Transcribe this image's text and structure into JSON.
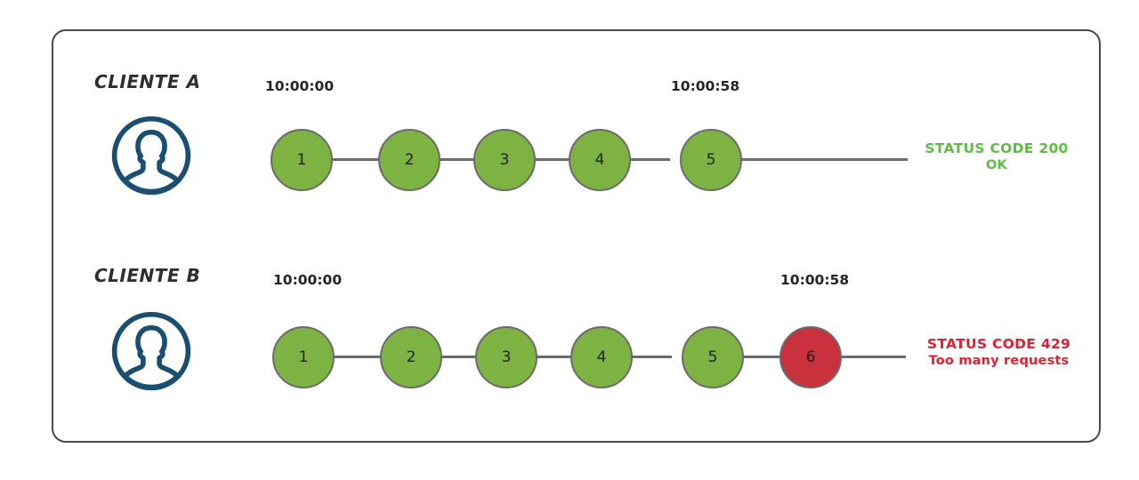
{
  "diagram": {
    "title_present": false,
    "colors": {
      "node_ok": "#7cb342",
      "node_error": "#c9323c",
      "node_border": "#6b6b6b",
      "frame_border": "#4a4a4a",
      "avatar_stroke": "#1b4f72",
      "status_ok_text": "#5fbb46",
      "status_error_text": "#e02030",
      "background": "#ffffff"
    },
    "rows": [
      {
        "client_label": "CLIENTE A",
        "avatar_icon": "user-avatar-icon",
        "time_start": "10:00:00",
        "time_end": "10:00:58",
        "nodes": [
          {
            "label": "1",
            "state": "ok"
          },
          {
            "label": "2",
            "state": "ok"
          },
          {
            "label": "3",
            "state": "ok"
          },
          {
            "label": "4",
            "state": "ok"
          },
          {
            "label": "5",
            "state": "ok"
          }
        ],
        "status": {
          "line1": "STATUS CODE 200",
          "line2": "OK",
          "state": "ok"
        }
      },
      {
        "client_label": "CLIENTE B",
        "avatar_icon": "user-avatar-icon",
        "time_start": "10:00:00",
        "time_end": "10:00:58",
        "nodes": [
          {
            "label": "1",
            "state": "ok"
          },
          {
            "label": "2",
            "state": "ok"
          },
          {
            "label": "3",
            "state": "ok"
          },
          {
            "label": "4",
            "state": "ok"
          },
          {
            "label": "5",
            "state": "ok"
          },
          {
            "label": "6",
            "state": "error"
          }
        ],
        "status": {
          "line1": "STATUS CODE 429",
          "line2": "Too many requests",
          "state": "error"
        }
      }
    ]
  }
}
